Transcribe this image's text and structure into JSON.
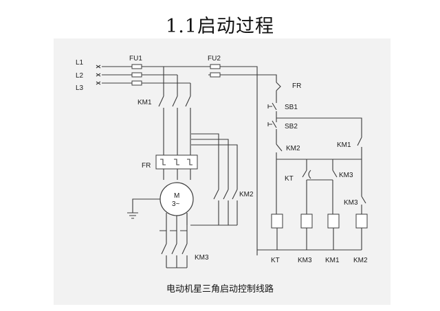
{
  "title": "1.1启动过程",
  "caption": "电动机星三角启动控制线路",
  "labels": {
    "l1": "L1",
    "l2": "L2",
    "l3": "L3",
    "fu1": "FU1",
    "fu2": "FU2",
    "km1_main": "KM1",
    "fr_main": "FR",
    "motor_m": "M",
    "motor_phase": "3~",
    "km2_main": "KM2",
    "km3_main": "KM3",
    "fr_ctrl": "FR",
    "sb1": "SB1",
    "sb2": "SB2",
    "km2_ctrl": "KM2",
    "km1_ctrl": "KM1",
    "kt_ctrl": "KT",
    "km3_ctrl": "KM3",
    "km3_ctrl2": "KM3",
    "coil_kt": "KT",
    "coil_km3": "KM3",
    "coil_km1": "KM1",
    "coil_km2": "KM2"
  }
}
